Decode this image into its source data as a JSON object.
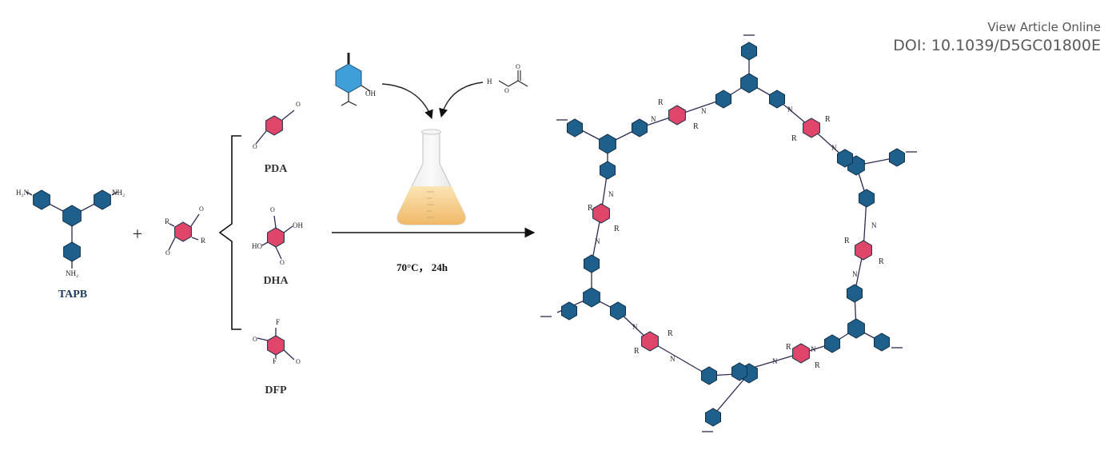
{
  "header": {
    "view_online": "View Article Online",
    "doi": "DOI: 10.1039/D5GC01800E"
  },
  "labels": {
    "tapb": "TAPB",
    "pda": "PDA",
    "dha": "DHA",
    "dfp": "DFP",
    "plus": "+",
    "conditions": "70°C， 24h",
    "nh2": "NH₂",
    "nh2_left": "H₂N",
    "r": "R",
    "oh": "OH",
    "ho": "HO",
    "f": "F",
    "n": "N",
    "o": "O",
    "h": "H"
  },
  "colors": {
    "blue_ring": "#1f5f8b",
    "pink_ring": "#e0456a",
    "menthol_ring": "#3f9fd9",
    "bond": "#2b2b55",
    "arrow": "#111111",
    "flask_liquid": "#f3c77e"
  }
}
